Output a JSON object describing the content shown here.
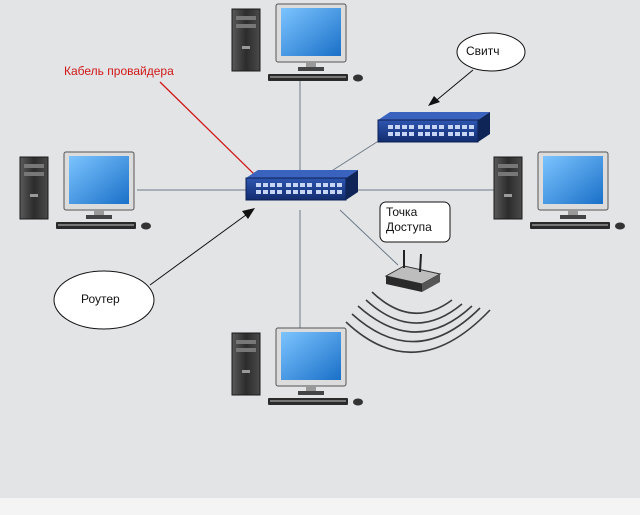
{
  "labels": {
    "provider_cable": "Кабель провайдера",
    "switch": "Свитч",
    "router": "Роутер",
    "access_point_line1": "Точка",
    "access_point_line2": "Доступа"
  },
  "colors": {
    "background": "#e3e4e6",
    "provider_cable": "#d01818",
    "network_line": "#6e7a86",
    "switch_body": "#1f3f8f",
    "monitor_screen": "#2b8ee0",
    "pc_case": "#3a3a3a"
  },
  "icons": {
    "computer": "desktop-computer-icon",
    "switch": "network-switch-icon",
    "router": "router-icon",
    "access_point": "wireless-access-point-icon"
  }
}
